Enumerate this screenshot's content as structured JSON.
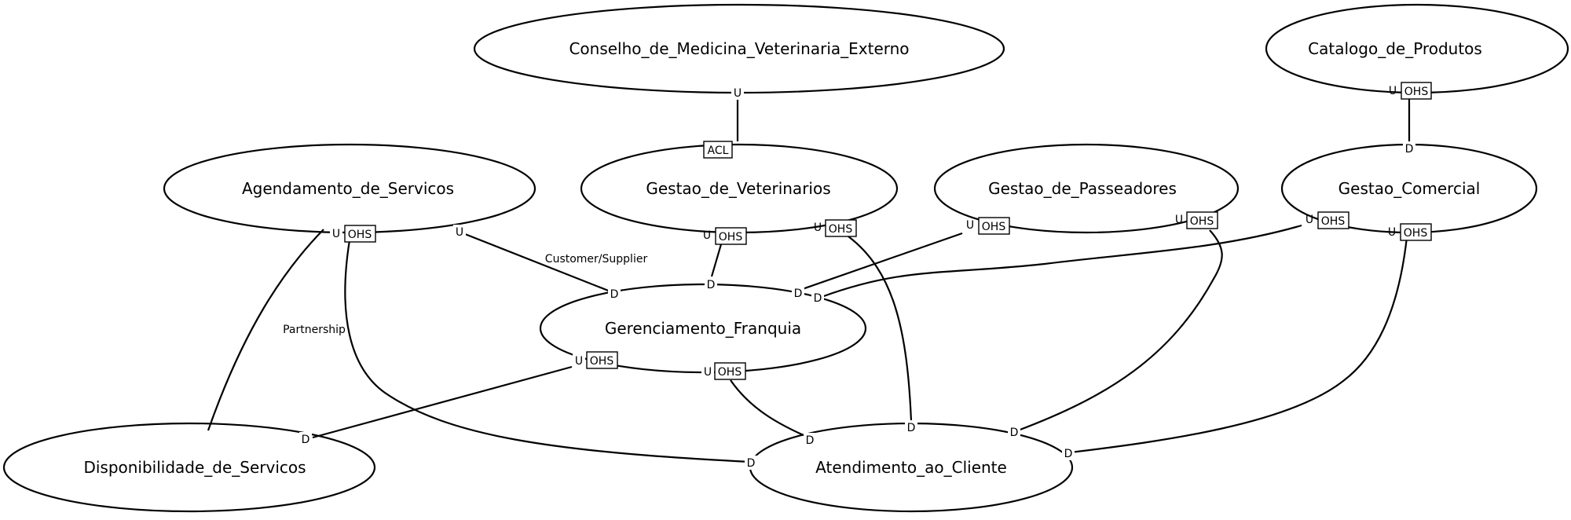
{
  "contexts": {
    "conselho": "Conselho_de_Medicina_Veterinaria_Externo",
    "catalogo": "Catalogo_de_Produtos",
    "agendamento": "Agendamento_de_Servicos",
    "veterinarios": "Gestao_de_Veterinarios",
    "passeadores": "Gestao_de_Passeadores",
    "comercial": "Gestao_Comercial",
    "franquia": "Gerenciamento_Franquia",
    "disponibilidade": "Disponibilidade_de_Servicos",
    "atendimento": "Atendimento_ao_Cliente"
  },
  "relationship_labels": {
    "customer_supplier": "Customer/Supplier",
    "partnership": "Partnership"
  },
  "ports": {
    "upstream": "U",
    "downstream": "D",
    "ohs": "OHS",
    "acl": "ACL"
  }
}
